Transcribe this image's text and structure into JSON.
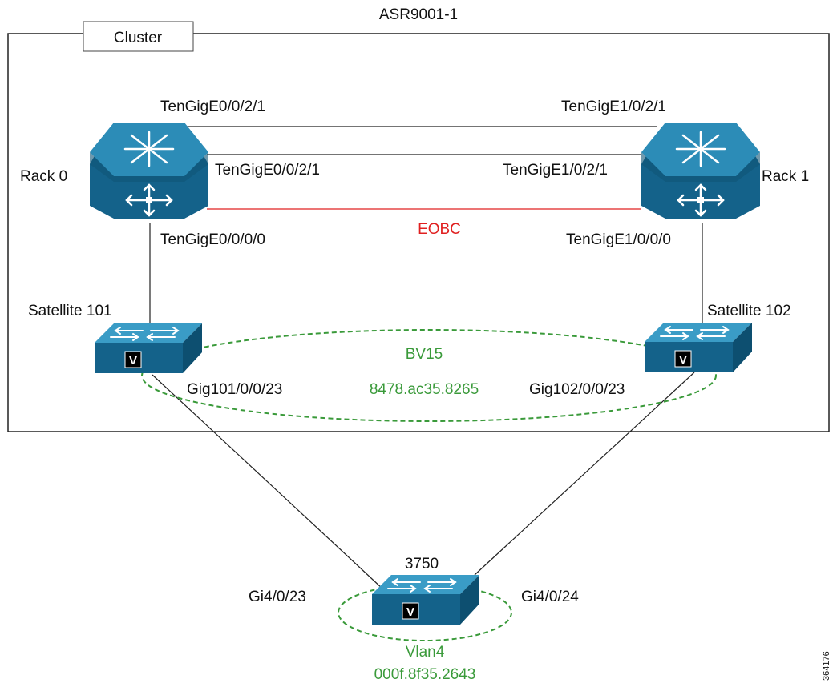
{
  "diagram": {
    "title": "ASR9001-1",
    "cluster_label": "Cluster",
    "figure_id": "364176",
    "colors": {
      "router": "#1a6e96",
      "router_top": "#2c8cb7",
      "link": "#222222",
      "eobc": "#e02020",
      "vlan": "#3a9a3a"
    },
    "racks": [
      {
        "label": "Rack 0",
        "icon": "router-icon"
      },
      {
        "label": "Rack 1",
        "icon": "router-icon"
      }
    ],
    "interfaces": {
      "rack0_upper": "TenGigE0/0/2/1",
      "rack0_middle": "TenGigE0/0/2/1",
      "rack0_down": "TenGigE0/0/0/0",
      "rack1_upper": "TenGigE1/0/2/1",
      "rack1_middle": "TenGigE1/0/2/1",
      "rack1_down": "TenGigE1/0/0/0"
    },
    "eobc_label": "EOBC",
    "satellites": [
      {
        "label": "Satellite 101",
        "port": "Gig101/0/0/23",
        "icon": "switch-icon"
      },
      {
        "label": "Satellite 102",
        "port": "Gig102/0/0/23",
        "icon": "switch-icon"
      }
    ],
    "bvi": {
      "name": "BV15",
      "mac": "8478.ac35.8265"
    },
    "switch": {
      "label": "3750",
      "port_left": "Gi4/0/23",
      "port_right": "Gi4/0/24",
      "vlan": "Vlan4",
      "mac": "000f.8f35.2643",
      "icon": "switch-icon"
    },
    "switch_badge": "V"
  }
}
